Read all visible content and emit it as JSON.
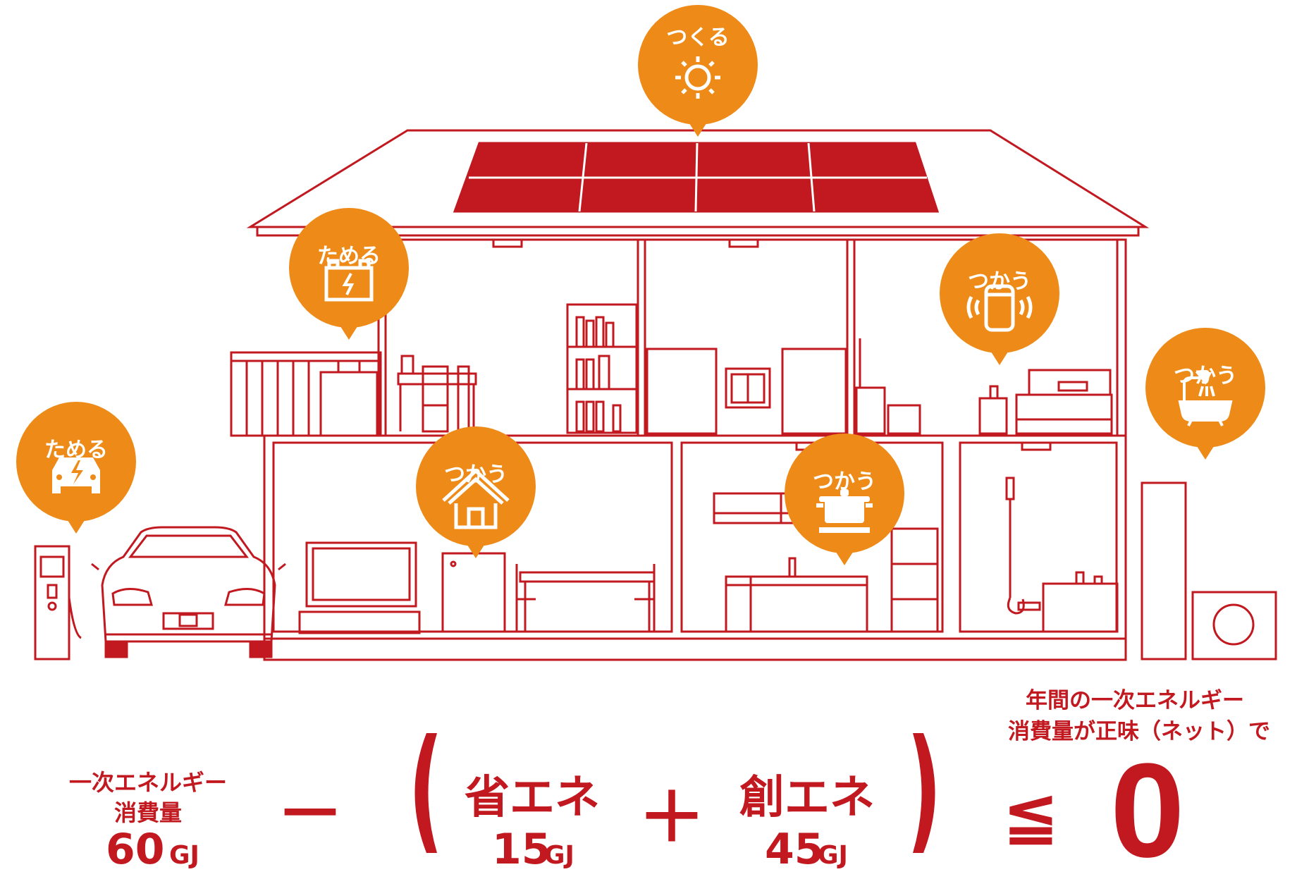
{
  "colors": {
    "red": "#c1191f",
    "orange": "#ee8a17",
    "white": "#ffffff"
  },
  "bubbles": [
    {
      "id": "tsukuru",
      "label": "つくる",
      "icon": "sun-icon"
    },
    {
      "id": "tameru-1",
      "label": "ためる",
      "icon": "battery-icon"
    },
    {
      "id": "tameru-2",
      "label": "ためる",
      "icon": "ev-car-icon"
    },
    {
      "id": "tsukau-1",
      "label": "つかう",
      "icon": "fuel-cell-icon"
    },
    {
      "id": "tsukau-2",
      "label": "つかう",
      "icon": "bath-icon"
    },
    {
      "id": "tsukau-3",
      "label": "つかう",
      "icon": "home-icon"
    },
    {
      "id": "tsukau-4",
      "label": "つかう",
      "icon": "cooking-pot-icon"
    }
  ],
  "formula": {
    "consumption_line1": "一次エネルギー",
    "consumption_line2": "消費量",
    "consumption_value": "60",
    "consumption_unit": "GJ",
    "minus": "－",
    "paren_open": "(",
    "saving_label": "省エネ",
    "saving_value": "15",
    "saving_unit": "GJ",
    "plus": "＋",
    "creation_label": "創エネ",
    "creation_value": "45",
    "creation_unit": "GJ",
    "paren_close": ")",
    "leq": "≦",
    "zero": "0",
    "note_line1": "年間の一次エネルギー",
    "note_line2": "消費量が正味（ネット）で"
  }
}
